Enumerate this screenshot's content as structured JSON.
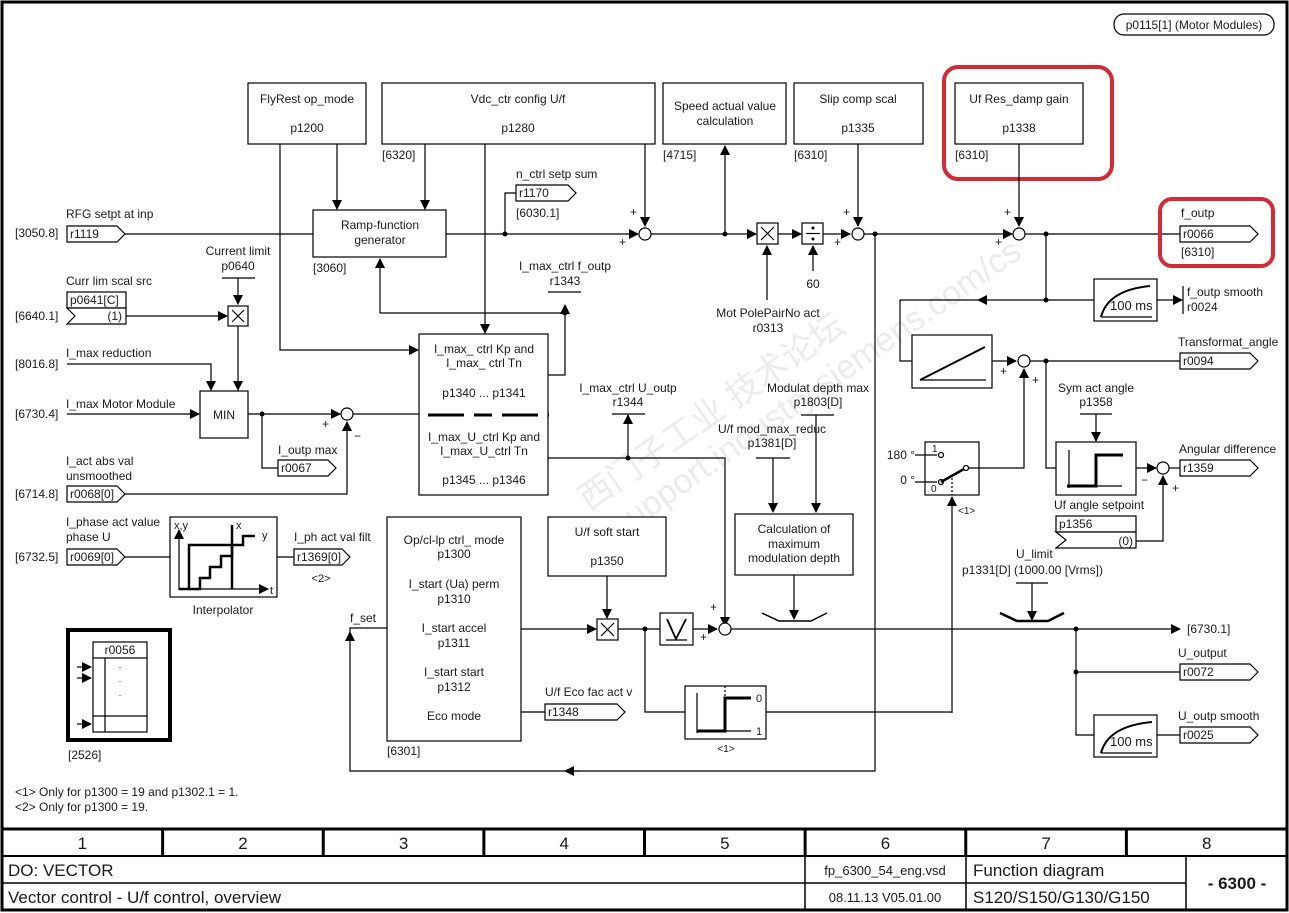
{
  "header": {
    "param_badge": "p0115[1] (Motor Modules)"
  },
  "blocks": {
    "flyrest": {
      "title": "FlyRest op_mode",
      "param": "p1200"
    },
    "vdc": {
      "title": "Vdc_ctr config U/f",
      "param": "p1280",
      "ref": "[6320]"
    },
    "speed_calc": {
      "line1": "Speed actual value",
      "line2": "calculation",
      "ref": "[4715]"
    },
    "slip": {
      "title": "Slip comp scal",
      "param": "p1335",
      "ref": "[6310]"
    },
    "res_damp": {
      "title": "Uf Res_damp gain",
      "param": "p1338",
      "ref": "[6310]"
    },
    "rfg": {
      "line1": "Ramp-function",
      "line2": "generator",
      "ref": "[3060]"
    },
    "imax_ctrl": {
      "l1": "I_max_ ctrl Kp and",
      "l2": "I_max_ ctrl Tn",
      "l3": "p1340 ... p1341",
      "l4": "I_max_U_ctrl Kp and",
      "l5": "I_max_U_ctrl Tn",
      "l6": "p1345 ... p1346"
    },
    "min": {
      "label": "MIN"
    },
    "opcl": {
      "l1": "Op/cl-lp ctrl_ mode",
      "l2": "p1300",
      "l3": "I_start (Ua) perm",
      "l4": "p1310",
      "l5": "I_start accel",
      "l6": "p1311",
      "l7": "I_start start",
      "l8": "p1312",
      "l9": "Eco mode",
      "ref": "[6301]"
    },
    "softstart": {
      "title": "U/f soft start",
      "param": "p1350"
    },
    "moddepth": {
      "l1": "Calculation of",
      "l2": "maximum",
      "l3": "modulation depth"
    },
    "interpolator": {
      "label": "Interpolator",
      "xy": "x,y",
      "x": "x",
      "y": "y",
      "t": "t"
    },
    "r0056": {
      "label": "r0056",
      "ref": "[2526]"
    },
    "pt1_a": {
      "label": "100 ms"
    },
    "pt1_b": {
      "label": "100 ms"
    },
    "switch": {
      "in1": "180 °",
      "in0": "0 °",
      "pos1": "1",
      "pos0": "0",
      "note": "<1>"
    },
    "step_eco": {
      "v0": "0",
      "v1": "1",
      "note": "<1>"
    }
  },
  "inputs": {
    "rfg_setpt": {
      "label": "RFG setpt at inp",
      "ref": "[3050.8]",
      "param": "r1119"
    },
    "curr_lim_src": {
      "label": "Curr lim scal src",
      "ref": "[6640.1]",
      "param": "p0641[C]",
      "value": "(1)"
    },
    "current_limit": {
      "label": "Current limit",
      "param": "p0640"
    },
    "imax_red": {
      "label": "I_max reduction",
      "ref": "[8016.8]"
    },
    "imax_mm": {
      "label": "I_max Motor Module",
      "ref": "[6730.4]"
    },
    "iact": {
      "label1": "I_act abs val",
      "label2": "unsmoothed",
      "ref": "[6714.8]",
      "param": "r0068[0]"
    },
    "iphase": {
      "label1": "I_phase act value",
      "label2": "phase U",
      "ref": "[6732.5]",
      "param": "r0069[0]"
    },
    "polepair": {
      "label": "Mot PolePairNo act",
      "param": "r0313"
    },
    "sixty": {
      "label": "60"
    },
    "modmax": {
      "label": "Modulat depth max",
      "param": "p1803[D]"
    },
    "modred": {
      "label": "U/f mod_max_reduc",
      "param": "p1381[D]"
    },
    "ulimit": {
      "label": "U_limit",
      "param": "p1331[D] (1000.00 [Vrms])"
    },
    "sym_angle": {
      "label": "Sym act angle",
      "param": "p1358"
    },
    "uf_angle": {
      "label": "Uf angle setpoint",
      "param": "p1356",
      "value": "(0)"
    },
    "fset": {
      "label": "f_set"
    }
  },
  "outputs": {
    "nctrl": {
      "label": "n_ctrl setp sum",
      "param": "r1170",
      "ref": "[6030.1]"
    },
    "imax_f": {
      "label": "I_max_ctrl f_outp",
      "param": "r1343"
    },
    "imax_u": {
      "label": "I_max_ctrl U_outp",
      "param": "r1344"
    },
    "ioutp": {
      "label": "I_outp max",
      "param": "r0067"
    },
    "iph_filt": {
      "label": "I_ph act val filt",
      "param": "r1369[0]",
      "note": "<2>"
    },
    "foutp": {
      "label": "f_outp",
      "param": "r0066",
      "ref": "[6310]"
    },
    "foutp_smooth": {
      "label": "f_outp smooth",
      "param": "r0024"
    },
    "transf": {
      "label": "Transformat_angle",
      "param": "r0094"
    },
    "angdiff": {
      "label": "Angular difference",
      "param": "r1359"
    },
    "eco": {
      "label": "U/f Eco fac act v",
      "param": "r1348"
    },
    "uout_ref": {
      "ref": "[6730.1]"
    },
    "uoutput": {
      "label": "U_output",
      "param": "r0072"
    },
    "uoutp_smooth": {
      "label": "U_outp smooth",
      "param": "r0025"
    }
  },
  "signs": {
    "plus": "+",
    "minus": "−"
  },
  "footnotes": {
    "n1": "<1>  Only for p1300 = 19 and p1302.1 = 1.",
    "n2": "<2>  Only for p1300 = 19."
  },
  "watermark": {
    "line1": "西门子工业  技术论坛",
    "line2": "support.industry.siemens.com/cs"
  },
  "footer": {
    "columns": [
      "1",
      "2",
      "3",
      "4",
      "5",
      "6",
      "7",
      "8"
    ],
    "do": "DO: VECTOR",
    "title": "Vector control - U/f control, overview",
    "file": "fp_6300_54_eng.vsd",
    "date": "08.11.13  V05.01.00",
    "fd": "Function diagram",
    "products": "S120/S150/G130/G150",
    "page": "- 6300 -"
  },
  "highlight_color": "#d42a35"
}
